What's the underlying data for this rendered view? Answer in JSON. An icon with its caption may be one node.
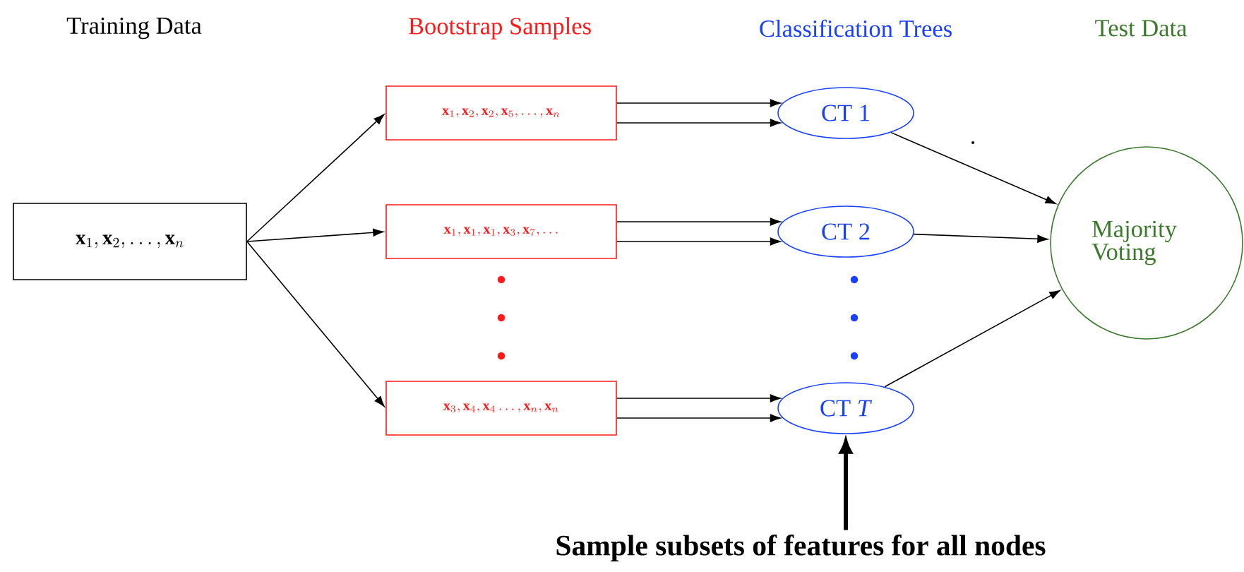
{
  "diagram": {
    "nodes": [
      {
        "text": [
          "\\mathbf{x}_1, \\mathbf{x}_2, \\ldots, \\mathbf{x}_n"
        ]
      },
      {
        "text": [
          "\\mathbf{x}_1, \\mathbf{x}_2, \\mathbf{x}_2, \\mathbf{x}_5, \\ldots, \\mathbf{x}_n"
        ]
      },
      {
        "text": [
          "\\mathbf{x}_1, \\mathbf{x}_1, \\mathbf{x}_1, \\mathbf{x}_3, \\mathbf{x}_7, \\ldots"
        ]
      },
      {
        "text": [
          "\\mathbf{x}_3, \\mathbf{x}_4, \\mathbf{x}_4 \\ldots, \\mathbf{x}_n, \\mathbf{x}_n"
        ]
      },
      {
        "text": [
          "CT 1"
        ]
      },
      {
        "text": [
          "CT 2"
        ]
      },
      {
        "text": [
          "CT *T*"
        ]
      },
      {
        "text": [
          "Majority Voting"
        ]
      },
      {
        "text": [
          "Sample subsets of features for all nodes"
        ]
      }
    ],
    "edges": [
      {
        "from": 0,
        "to": 1,
        "arrow": "to"
      },
      {
        "from": 0,
        "to": 2,
        "arrow": "to"
      },
      {
        "from": 0,
        "to": 3,
        "arrow": "to"
      },
      {
        "from": 1,
        "to": 4,
        "arrow": "to"
      },
      {
        "from": 1,
        "to": 4,
        "arrow": "to"
      },
      {
        "from": 2,
        "to": 5,
        "arrow": "to"
      },
      {
        "from": 2,
        "to": 5,
        "arrow": "to"
      },
      {
        "from": 3,
        "to": 6,
        "arrow": "to"
      },
      {
        "from": 3,
        "to": 6,
        "arrow": "to"
      },
      {
        "from": 4,
        "to": 7,
        "arrow": "to"
      },
      {
        "from": 5,
        "to": 7,
        "arrow": "to"
      },
      {
        "from": 6,
        "to": 7,
        "arrow": "to"
      },
      {
        "from": 8,
        "to": 6,
        "arrow": "to",
        "style": "thick"
      }
    ],
    "labels": [
      "Training Data",
      "Bootstrap Samples",
      "Classification Trees",
      "Test Data"
    ]
  }
}
